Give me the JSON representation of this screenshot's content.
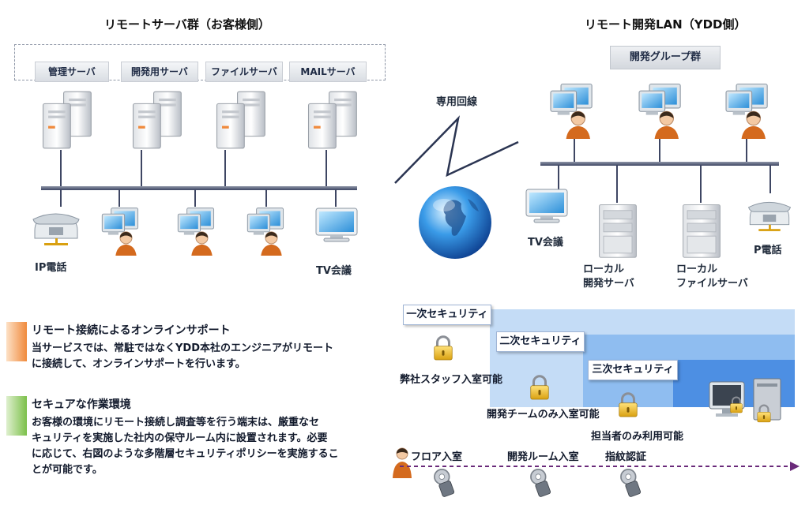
{
  "left_group": {
    "title": "リモートサーバ群（お客様側）",
    "servers": [
      "管理サーバ",
      "開発用サーバ",
      "ファイルサーバ",
      "MAILサーバ"
    ],
    "ip_phone": "IP電話",
    "tv": "TV会議"
  },
  "center": {
    "line_label": "専用回線"
  },
  "right_group": {
    "title": "リモート開発LAN（YDD側）",
    "dev_group": "開発グループ群",
    "tv": "TV会議",
    "local_dev": [
      "ローカル",
      "開発サーバ"
    ],
    "local_file": [
      "ローカル",
      "ファイルサーバ"
    ],
    "phone": "P電話"
  },
  "sections": [
    {
      "title": "リモート接続によるオンラインサポート",
      "lines": [
        "当サービスでは、常駐ではなくYDD本社のエンジニアがリモート",
        "に接続して、オンラインサポートを行います。"
      ]
    },
    {
      "title": "セキュアな作業環境",
      "lines": [
        "お客様の環境にリモート接続し調査等を行う端末は、厳重なセ",
        "キュリティを実施した社内の保守ルーム内に設置されます。必要",
        "に応じて、右図のような多階層セキュリティポリシーを実施するこ",
        "とが可能です。"
      ]
    }
  ],
  "security": {
    "levels": [
      "一次セキュリティ",
      "二次セキュリティ",
      "三次セキュリティ"
    ],
    "access": [
      "弊社スタッフ入室可能",
      "開発チームのみ入室可能",
      "担当者のみ利用可能"
    ],
    "steps": [
      "フロア入室",
      "開発ルーム入室",
      "指紋認証"
    ]
  },
  "colors": {
    "sec1": "#c4dcf6",
    "sec2": "#8fbdf0",
    "sec3": "#4d8fe3",
    "accent_orange": "#f08a3c",
    "accent_green": "#7cc04a",
    "arrow": "#6a2a7a"
  }
}
